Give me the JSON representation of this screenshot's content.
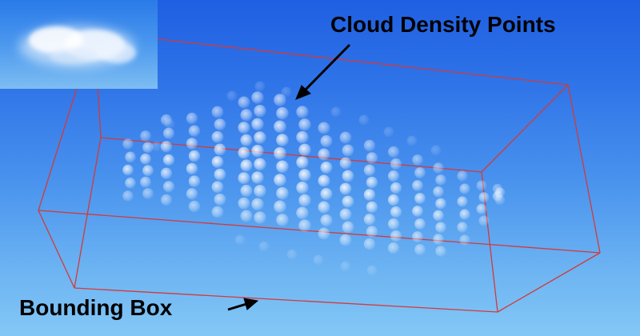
{
  "labels": {
    "density_points": "Cloud Density Points",
    "bounding_box": "Bounding Box"
  },
  "colors": {
    "sky_top": "#1f5fe2",
    "sky_bottom": "#83c8f6",
    "bounding_box_edge": "#d23a3a",
    "density_point": "#ffffff",
    "arrow": "#000000"
  },
  "icons": {
    "density_point": "translucent-white-sphere",
    "inset": "cloud-render-thumbnail"
  }
}
